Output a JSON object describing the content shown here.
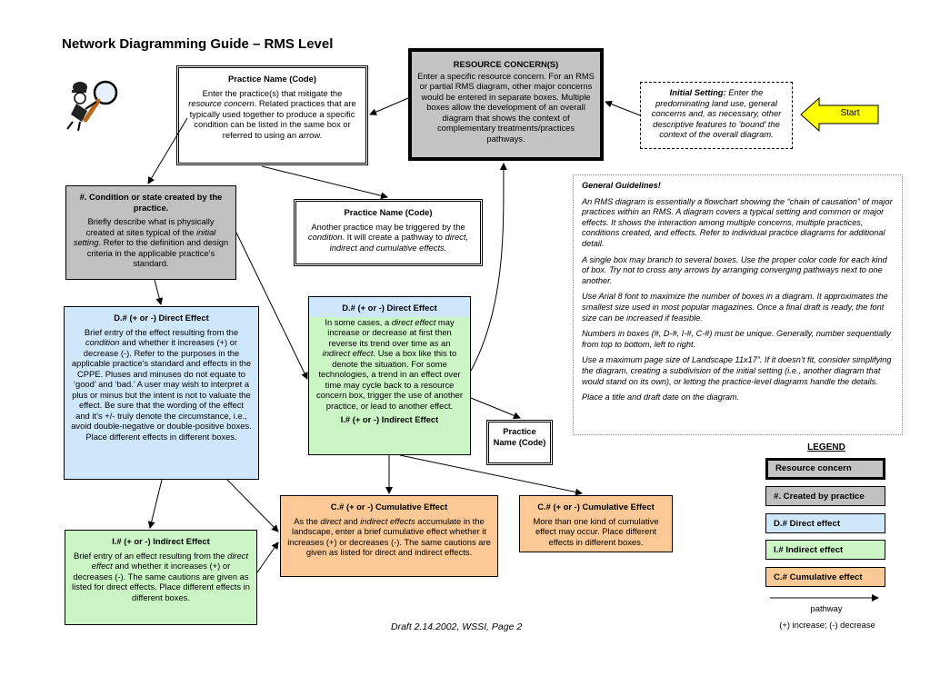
{
  "title": "Network Diagramming Guide – RMS Level",
  "resource_concern": {
    "heading": "RESOURCE CONCERN(S)",
    "text": "Enter a specific resource concern. For an RMS or partial RMS diagram, other major concerns would be entered in separate boxes. Multiple boxes allow the development of an overall diagram that shows the context of complementary treatments/practices pathways."
  },
  "initial_setting": {
    "label": "Initial Setting:",
    "text": "Enter the predominating land use, general concerns and, as necessary, other descriptive features to ‘bound’ the context of the overall diagram."
  },
  "start_label": "Start",
  "practice_top": {
    "heading": "Practice Name (Code)",
    "text_a": "Enter the practice(s) that mitigate the ",
    "text_em": "resource concern",
    "text_b": ". Related practices that are typically used together to produce a specific condition can be listed in the same box or referred to using an arrow."
  },
  "practice_mid": {
    "heading": "Practice Name (Code)",
    "text_a": "Another practice may be triggered by the ",
    "text_em1": "condition",
    "text_b": ". It will create a pathway to ",
    "text_em2": "direct, indirect and cumulative effects."
  },
  "practice_small": {
    "heading": "Practice Name (Code)"
  },
  "condition": {
    "heading": "#. Condition or state created by the practice.",
    "text_a": "Briefly describe what is physically created at sites typical of the ",
    "text_em": "initial setting",
    "text_b": ". Refer to the definition and design criteria in the applicable practice’s standard."
  },
  "direct_left": {
    "heading": "D.# (+ or -) Direct Effect",
    "text_a": "Brief entry of the effect resulting from the ",
    "text_em": "condition",
    "text_b": " and whether it increases (+) or decrease (-). Refer to the purposes in the applicable practice’s standard and effects in the CPPE.  Pluses and minuses do not equate to ‘good’ and ‘bad.’ A user may wish to interpret a plus or minus but the intent is not to valuate the effect. Be sure that the wording of the effect and it’s +/- truly denote the circumstance, i.e., avoid double-negative or double-positive boxes. Place different effects in different boxes."
  },
  "direct_center": {
    "heading": "D.# (+ or -) Direct Effect",
    "text_a": "In some cases, a ",
    "text_em1": "direct effect",
    "text_b": " may increase or decrease at first then reverse its trend over time as an ",
    "text_em2": "indirect effect",
    "text_c": ". Use a box like this to denote the situation. For some technologies, a trend in an effect over time may cycle back to a resource concern box, trigger the use of another practice, or lead to another effect.",
    "footer": "I.# (+ or -) Indirect Effect"
  },
  "indirect_left": {
    "heading": "I.# (+ or -) Indirect Effect",
    "text_a": "Brief entry of an effect resulting from the ",
    "text_em": "direct effect",
    "text_b": " and whether it increases (+) or decreases (-). The same cautions are given as listed for direct effects. Place different effects in different boxes."
  },
  "cumulative_center": {
    "heading": "C.# (+ or -) Cumulative Effect",
    "text_a": "As the ",
    "text_em1": "direct",
    "text_b": " and ",
    "text_em2": "indirect effects",
    "text_c": " accumulate in the landscape, enter a brief cumulative effect whether it increases (+) or decreases (-). The same cautions are given as listed for direct and indirect effects."
  },
  "cumulative_right": {
    "heading": "C.# (+ or -) Cumulative Effect",
    "text": "More than one kind of cumulative effect may occur. Place different effects in different boxes."
  },
  "guidelines": {
    "heading": "General Guidelines!",
    "paragraphs": [
      "An RMS diagram is essentially a flowchart showing the “chain of causation” of major practices within an RMS. A diagram covers a typical setting and common or major effects. It shows the interaction among multiple concerns, multiple practices, conditions created, and effects. Refer to individual practice diagrams for additional detail.",
      "A single box may branch to several boxes. Use the proper color code for each kind of box. Try not to cross any arrows by arranging converging pathways next to one another.",
      "Use Arial 8 font to maximize the number of boxes in a diagram. It approximates the smallest size used in most popular magazines. Once a final draft is ready, the font size can be increased if feasible.",
      "Numbers in boxes (#, D-#, I-#, C-#) must be unique. Generally, number sequentially from top to bottom, left to right.",
      "Use a maximum page size of Landscape 11x17”. If it doesn’t fit, consider simplifying the diagram, creating a subdivision of the initial setting (i.e., another diagram that would stand on its own), or letting the practice-level diagrams handle the details.",
      "Place a title and draft date on the diagram."
    ]
  },
  "legend": {
    "title": "LEGEND",
    "resource": "Resource concern",
    "created": "#. Created by practice",
    "direct": "D.# Direct effect",
    "indirect": "I.# Indirect effect",
    "cumulative": "C.# Cumulative effect",
    "pathway": "pathway",
    "sign_note": "(+) increase; (-) decrease"
  },
  "colors": {
    "gray": "#c0c0c0",
    "blue": "#cfe7fb",
    "green": "#ccf5c6",
    "orange": "#fbc896",
    "start_arrow": "#ffff00"
  },
  "icons": [
    "detective-magnifier-icon",
    "start-arrow-icon"
  ],
  "footer": "Draft 2.14.2002, WSSI, Page 2"
}
